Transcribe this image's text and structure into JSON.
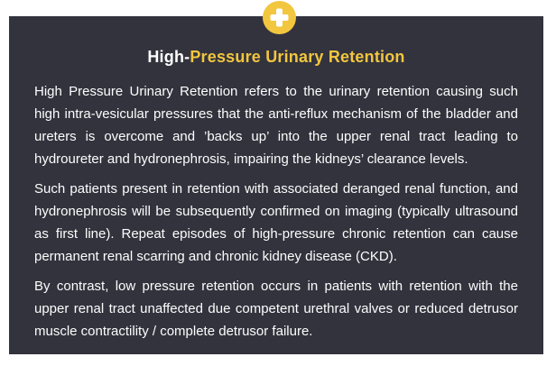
{
  "card": {
    "title": {
      "prefix": "High-",
      "highlight": "Pressure Urinary Retention"
    },
    "paragraphs": [
      "High Pressure Urinary Retention refers to the urinary retention causing such high intra-vesicular pressures that the anti-reflux mechanism of the bladder and ureters is overcome and ’backs up’ into the upper renal tract leading to hydroureter and hydronephrosis, impairing the kidneys’ clearance levels.",
      "Such patients present in retention with associated deranged renal function, and hydronephrosis will be subsequently confirmed on imaging (typically ultrasound as first line). Repeat episodes of high-pressure chronic retention can cause permanent renal scarring and chronic kidney disease (CKD).",
      "By contrast, low pressure retention occurs in patients with retention with the upper renal tract unaffected due competent urethral valves or reduced detrusor muscle contractility / complete detrusor failure."
    ],
    "expand_icon": "plus-icon"
  },
  "colors": {
    "page_background": "#FFFFFF",
    "card_background": "#33333E",
    "accent_yellow": "#F2C63E",
    "body_text": "#FDFDFD",
    "title_prefix": "#FFFFFF",
    "plus_glyph": "#FFFFFF"
  }
}
